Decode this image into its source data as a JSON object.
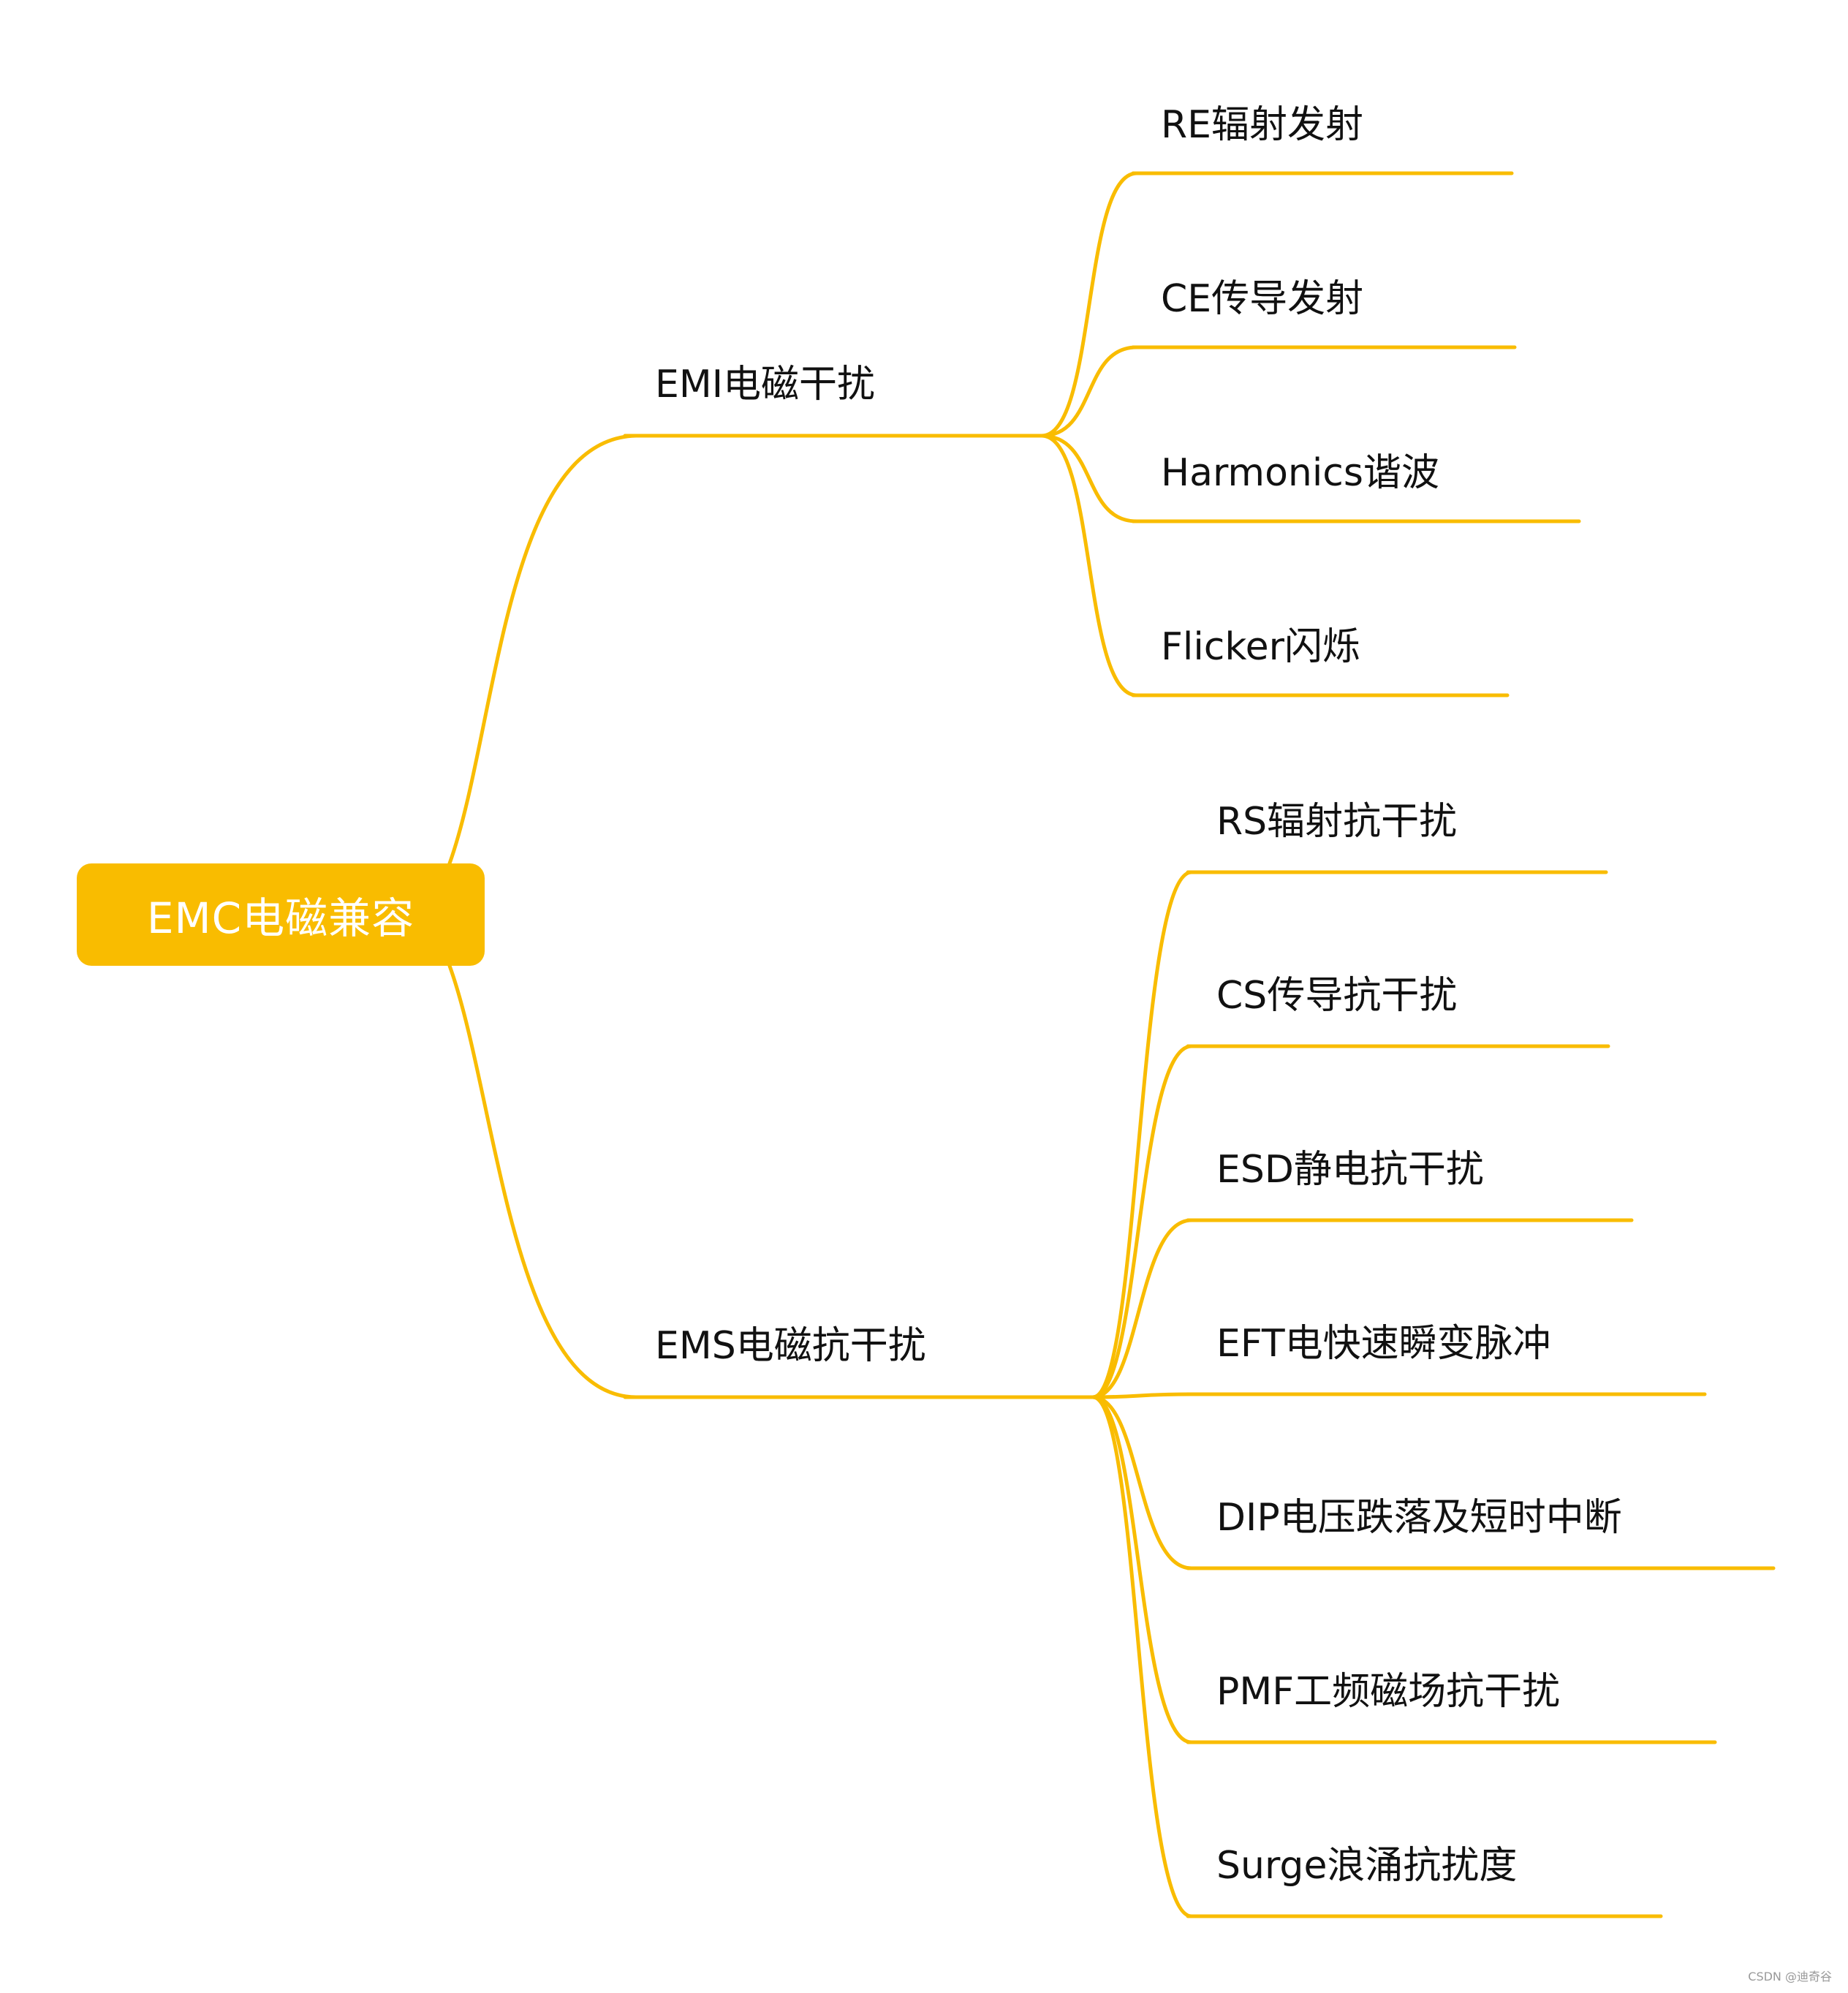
{
  "colors": {
    "accent": "#F9BC00",
    "text": "#111111",
    "root_text": "#ffffff"
  },
  "mindmap": {
    "root": "EMC电磁兼容",
    "branches": [
      {
        "label": "EMI电磁干扰",
        "children": [
          "RE辐射发射",
          "CE传导发射",
          "Harmonics谐波",
          "Flicker闪烁"
        ]
      },
      {
        "label": "EMS电磁抗干扰",
        "children": [
          "RS辐射抗干扰",
          "CS传导抗干扰",
          "ESD静电抗干扰",
          "EFT电快速瞬变脉冲",
          "DIP电压跌落及短时中断",
          "PMF工频磁场抗干扰",
          "Surge浪涌抗扰度"
        ]
      }
    ]
  },
  "watermark": "CSDN @迪奇谷"
}
